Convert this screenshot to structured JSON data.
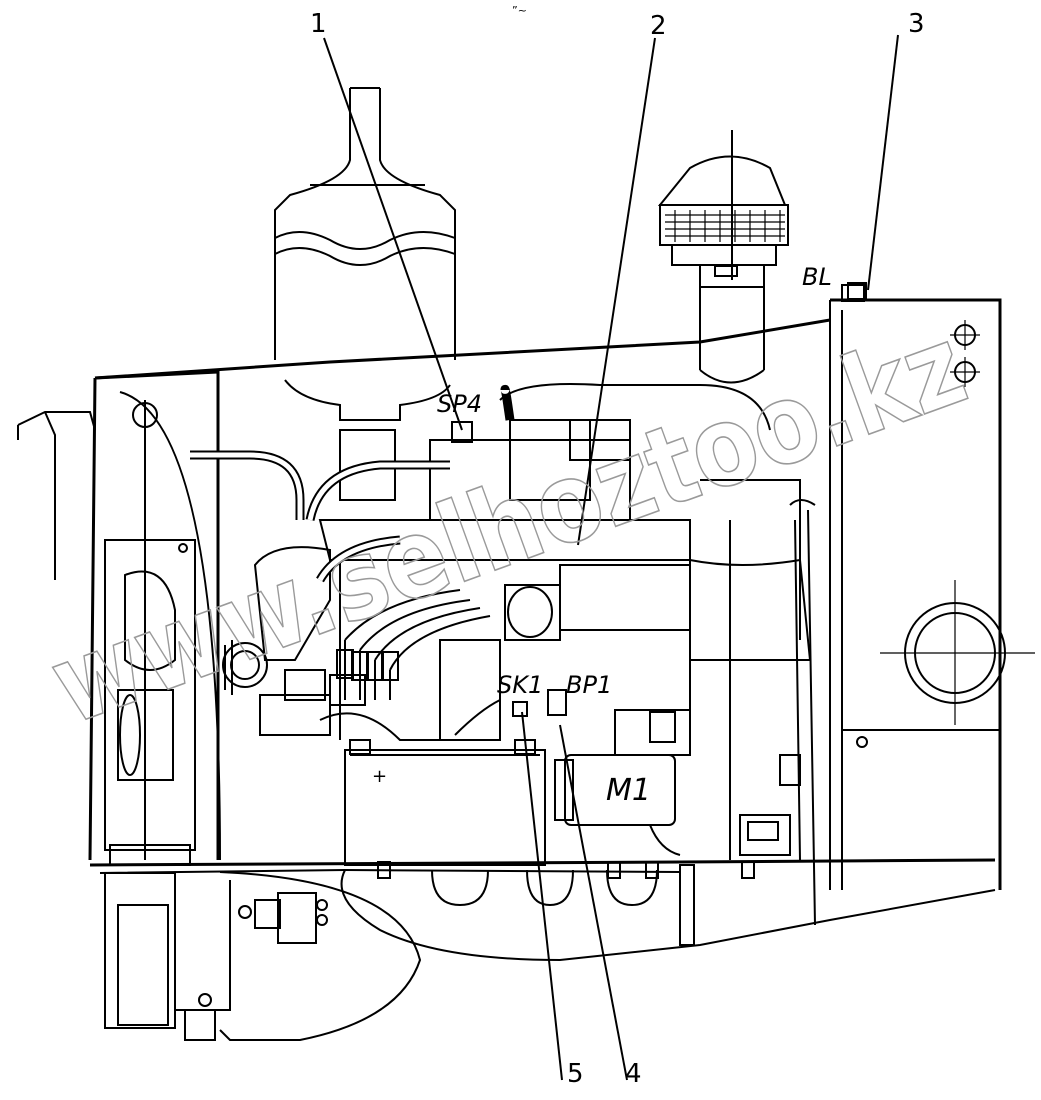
{
  "callouts": [
    {
      "id": "1",
      "text": "1"
    },
    {
      "id": "2",
      "text": "2"
    },
    {
      "id": "3",
      "text": "3"
    },
    {
      "id": "4",
      "text": "4"
    },
    {
      "id": "5",
      "text": "5"
    }
  ],
  "labels": {
    "sp4": "SP4",
    "bl": "BL",
    "sk1": "SK1",
    "bp1": "BP1",
    "m1": "M1",
    "plus": "+"
  },
  "top_mark": "”~",
  "watermark": "www.selhoztoo.kz"
}
